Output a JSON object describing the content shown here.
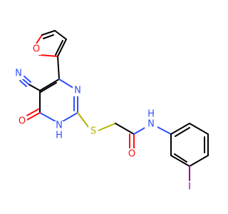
{
  "colors": {
    "carbon": "#000000",
    "oxygen": "#ff0d0d",
    "nitrogen": "#3050f8",
    "sulfur": "#b3b300",
    "iodine": "#940094",
    "background": "#ffffff"
  },
  "atoms": {
    "furan_o": "O",
    "cyano_n": "N",
    "ring_n_top": "N",
    "ring_nh": "H",
    "ring_n_bottom": "N",
    "keto_o": "O",
    "thio_s": "S",
    "amide_o": "O",
    "amide_n": "N",
    "amide_h": "H",
    "iodo": "I"
  }
}
